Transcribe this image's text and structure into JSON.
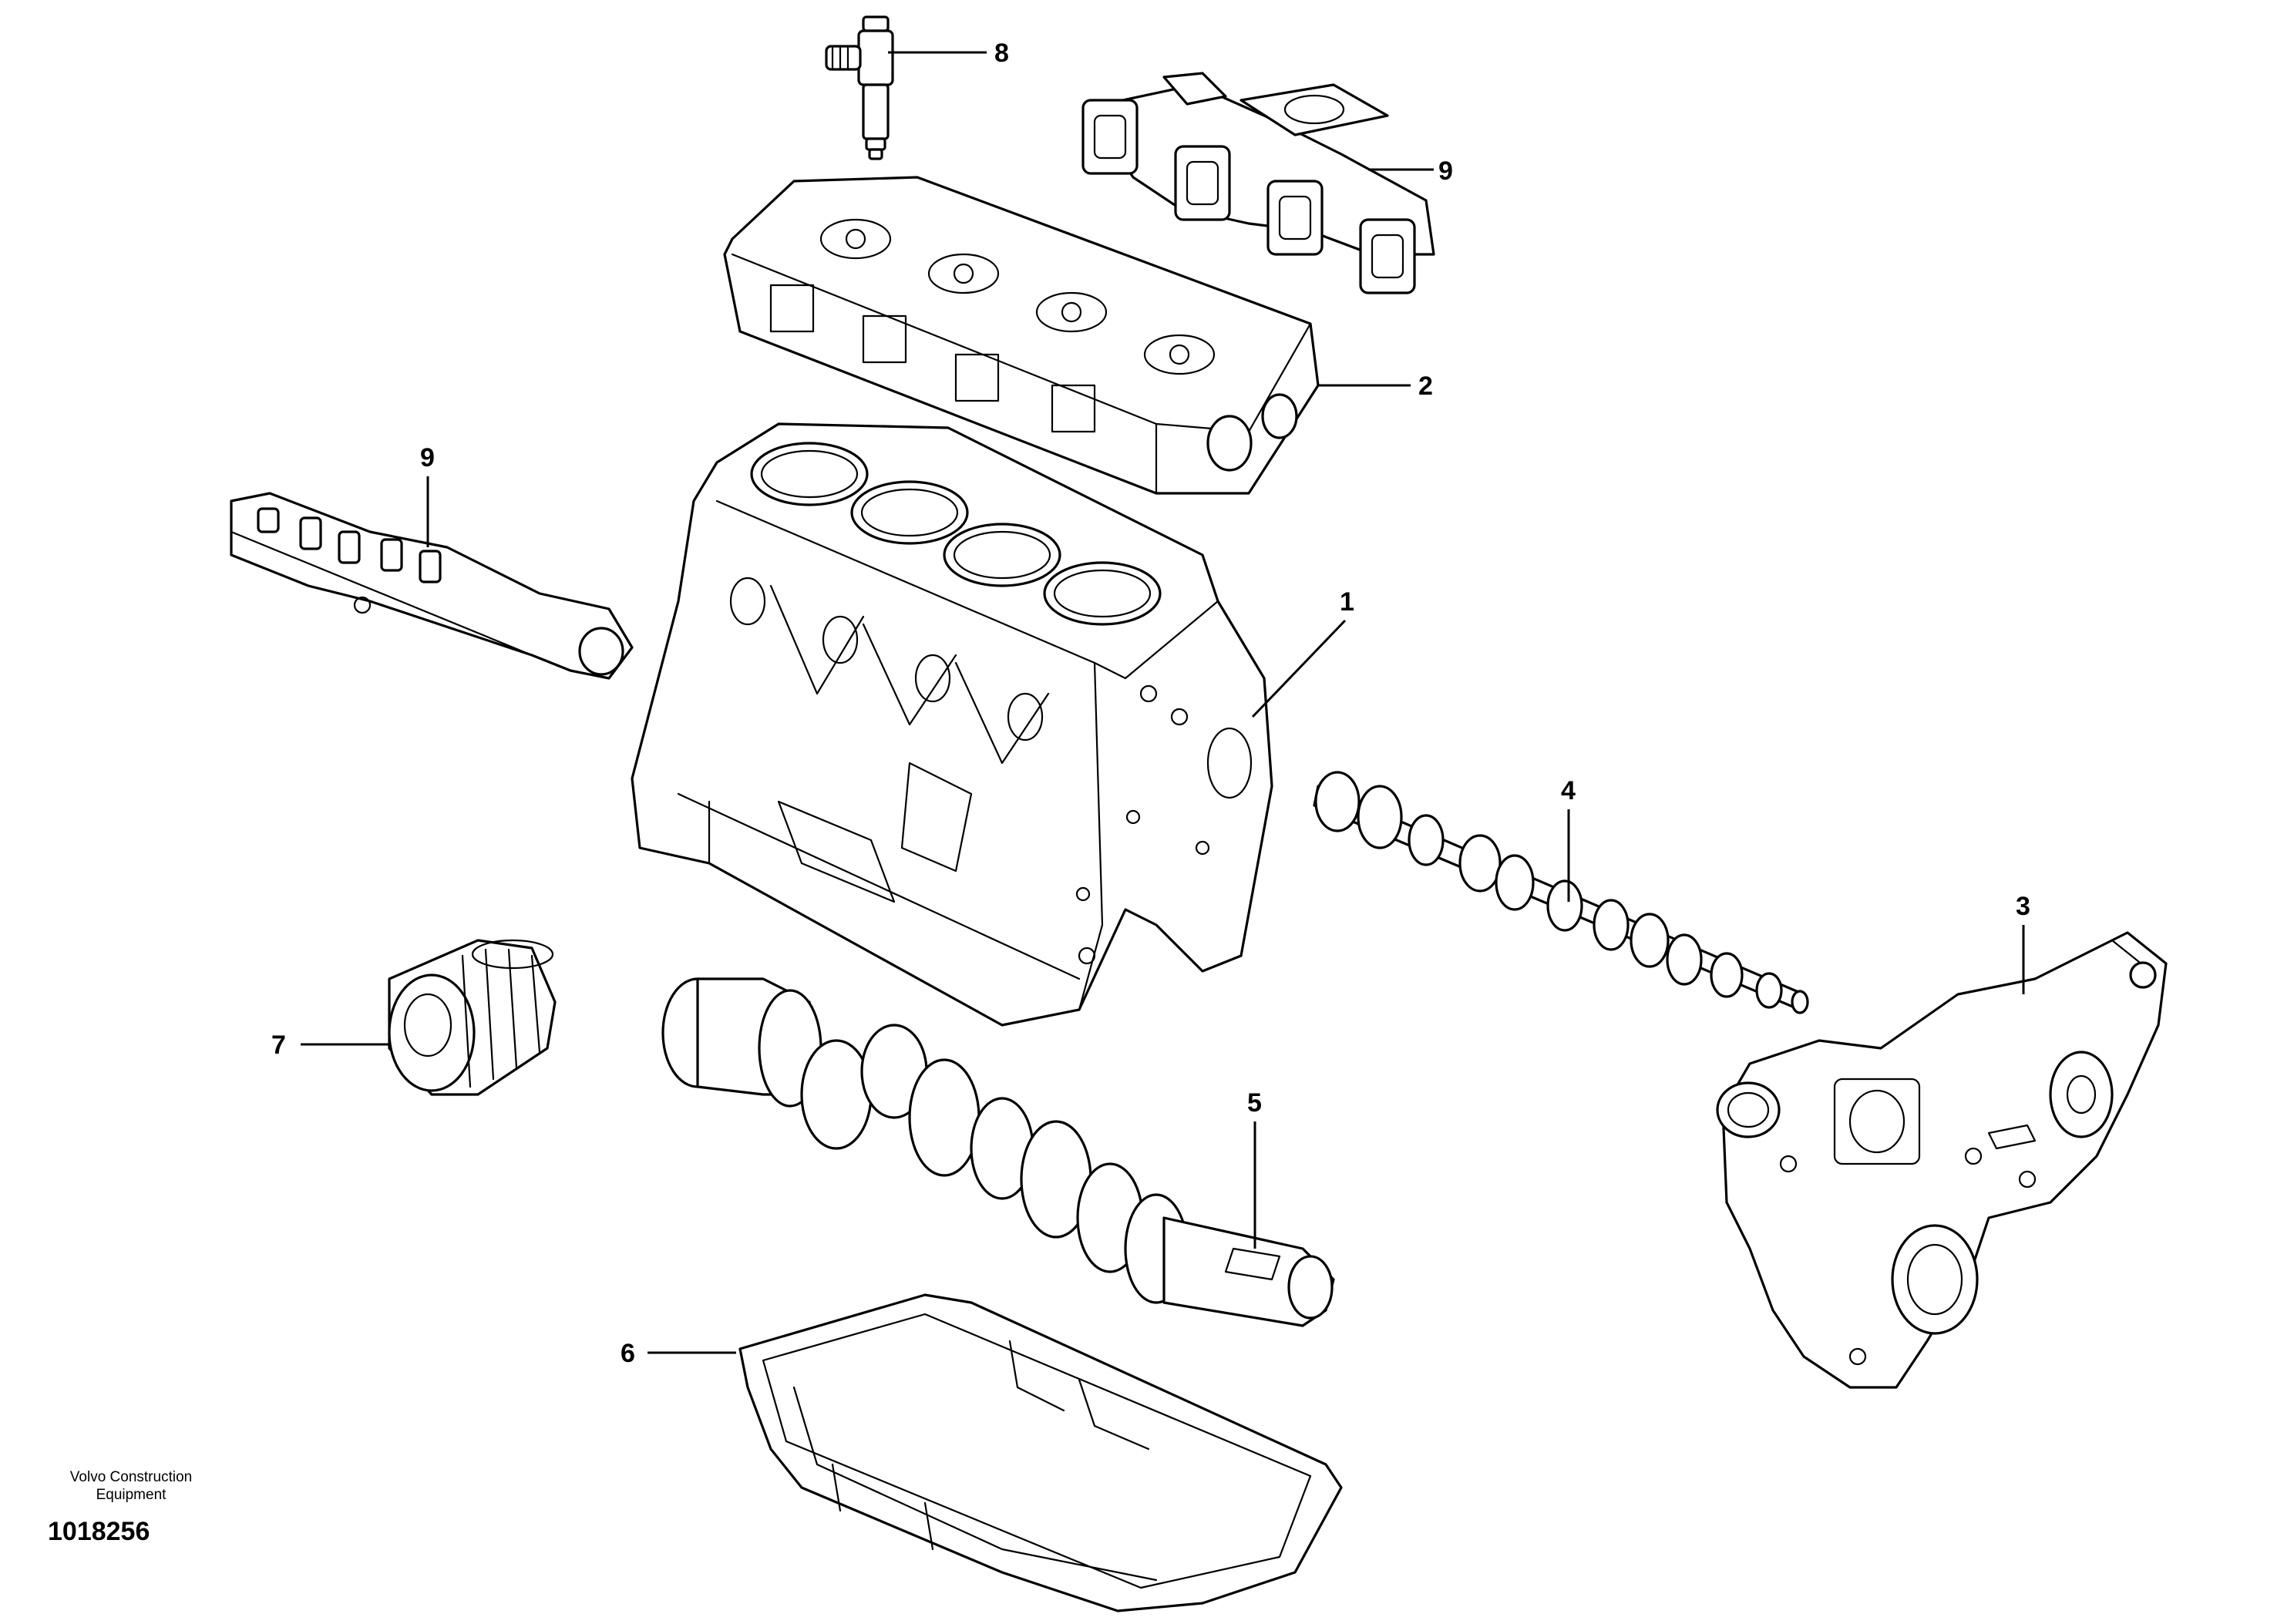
{
  "diagram": {
    "publisher": {
      "line1": "Volvo Construction",
      "line2": "Equipment"
    },
    "document_number": "1018256",
    "callouts": [
      {
        "id": "callout-1",
        "number": "1",
        "part": "cylinder-block"
      },
      {
        "id": "callout-2",
        "number": "2",
        "part": "cylinder-head"
      },
      {
        "id": "callout-3",
        "number": "3",
        "part": "timing-gear-cover"
      },
      {
        "id": "callout-4",
        "number": "4",
        "part": "camshaft"
      },
      {
        "id": "callout-5",
        "number": "5",
        "part": "crankshaft"
      },
      {
        "id": "callout-6",
        "number": "6",
        "part": "oil-pan"
      },
      {
        "id": "callout-7",
        "number": "7",
        "part": "oil-filter"
      },
      {
        "id": "callout-8",
        "number": "8",
        "part": "injector"
      },
      {
        "id": "callout-9a",
        "number": "9",
        "part": "exhaust-manifold"
      },
      {
        "id": "callout-9b",
        "number": "9",
        "part": "intake-manifold"
      }
    ]
  }
}
